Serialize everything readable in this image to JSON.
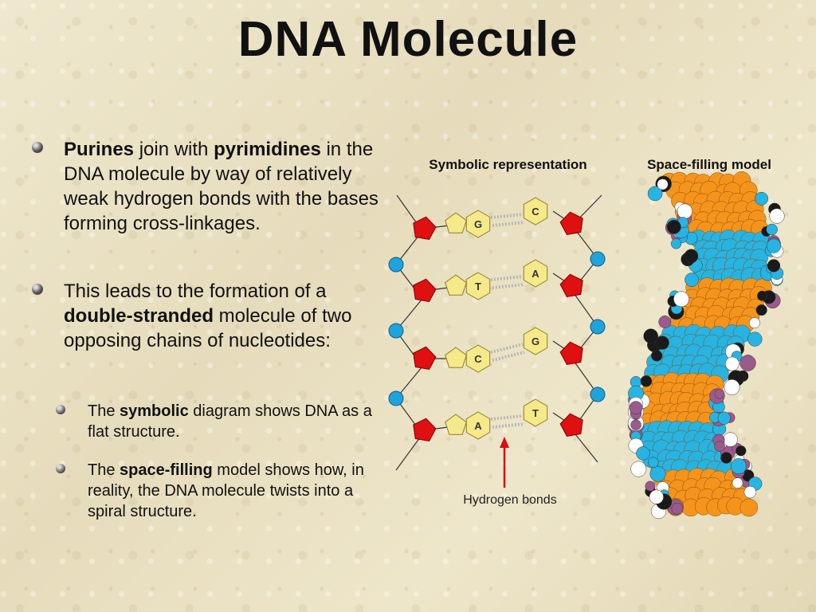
{
  "title": "DNA Molecule",
  "bullets": [
    {
      "parts": [
        {
          "text": "Purines",
          "bold": true
        },
        {
          "text": " join with ",
          "bold": false
        },
        {
          "text": "pyrimidines",
          "bold": true
        },
        {
          "text": " in the DNA molecule by way of relatively weak hydrogen bonds with the bases forming cross-linkages.",
          "bold": false
        }
      ]
    },
    {
      "parts": [
        {
          "text": "This leads to the formation of a ",
          "bold": false
        },
        {
          "text": "double-stranded",
          "bold": true
        },
        {
          "text": " molecule of two opposing chains of nucleotides:",
          "bold": false
        }
      ]
    }
  ],
  "sub_bullets": [
    {
      "parts": [
        {
          "text": "The ",
          "bold": false
        },
        {
          "text": "symbolic",
          "bold": true
        },
        {
          "text": " diagram shows DNA as a flat structure.",
          "bold": false
        }
      ]
    },
    {
      "parts": [
        {
          "text": "The ",
          "bold": false
        },
        {
          "text": "space-filling",
          "bold": true
        },
        {
          "text": " model shows how, in reality, the DNA molecule twists into a spiral structure.",
          "bold": false
        }
      ]
    }
  ],
  "diagram": {
    "symbolic_label": "Symbolic representation",
    "space_label": "Space-filling model",
    "hbond_label": "Hydrogen bonds",
    "pairs": [
      {
        "left": "G",
        "right": "C"
      },
      {
        "left": "T",
        "right": "A"
      },
      {
        "left": "C",
        "right": "G"
      },
      {
        "left": "A",
        "right": "T"
      }
    ],
    "colors": {
      "phosphate": "#1fa3dc",
      "sugar": "#e01010",
      "base": "#f6e98a",
      "bond": "#b8b8b8",
      "arrow": "#d81010",
      "orange_atom": "#f5941d",
      "cyan_atom": "#27b4e3",
      "purple_atom": "#9b5a8c",
      "black_atom": "#1a1a1a",
      "white_atom": "#ffffff"
    }
  }
}
